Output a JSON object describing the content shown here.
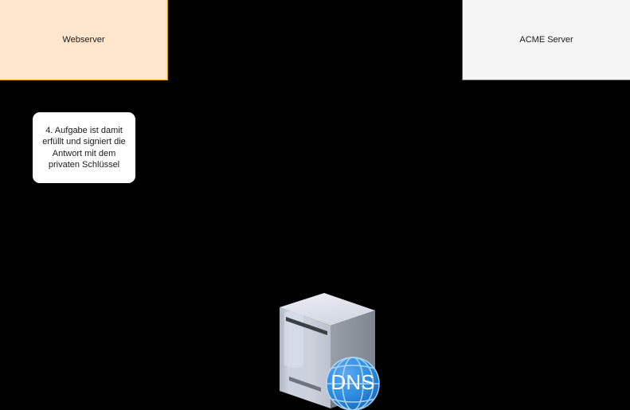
{
  "diagram": {
    "background_color": "#000000",
    "nodes": [
      {
        "id": "webserver",
        "label": "Webserver",
        "fill_color": "#ffe6cc",
        "stroke_color": "#d79b00",
        "text_color": "#1a1a1a"
      },
      {
        "id": "acme-server",
        "label": "ACME Server",
        "fill_color": "#f5f5f5",
        "stroke_color": "#666666",
        "text_color": "#1a1a1a"
      }
    ],
    "note": {
      "id": "step-4-note",
      "text": "4. Aufgabe ist damit erfüllt und signiert die Antwort mit dem privaten Schlüssel",
      "fill_color": "#ffffff",
      "text_color": "#1a1a1a"
    },
    "icons": [
      {
        "id": "dns-server",
        "name": "dns-server-icon",
        "badge_label": "DNS",
        "badge_color": "#1f7fd4",
        "badge_text_color": "#ffffff",
        "tower_front_color": "#c3c9d6",
        "tower_side_color": "#8c929b",
        "tower_top_color": "#dfe3ec"
      }
    ]
  }
}
